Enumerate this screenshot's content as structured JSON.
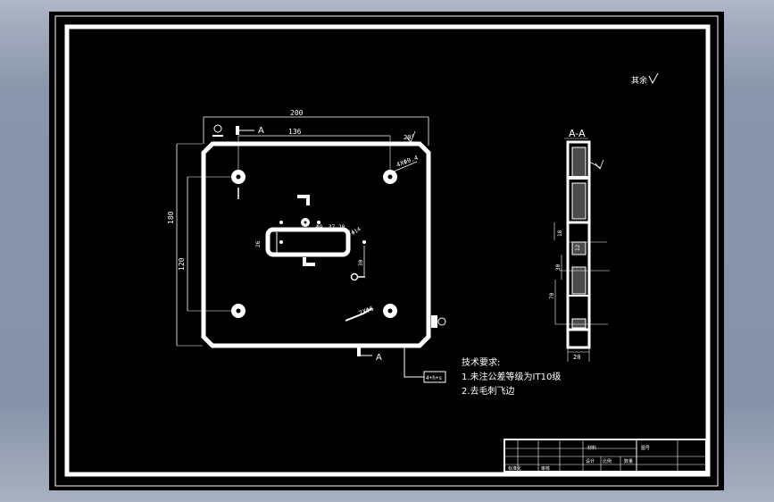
{
  "drawing": {
    "roughness_note": "其余",
    "plate": {
      "dim_overall_width": "200",
      "dim_hole_spacing_x": "136",
      "dim_overall_height": "180",
      "dim_hole_spacing_y": "120",
      "chamfer_label": "20°",
      "hole_callout_top": "4XΦ9.4",
      "hole_callout_bottom": "2XΦ6",
      "slot_dims": [
        "Φ9",
        "37",
        "20"
      ],
      "slot_callout": "Φ14",
      "slot_height": "26",
      "vertical_small_dim": "30",
      "section_marker_top": "A",
      "section_marker_bottom": "A"
    },
    "section": {
      "title": "A-A",
      "dims": [
        "18",
        "12",
        "30",
        "70",
        "20"
      ]
    },
    "notes": {
      "heading": "技术要求:",
      "items": [
        "1.未注公差等级为IT10级",
        "2.去毛刺飞边"
      ]
    },
    "frame_tag": "4+h+s",
    "title_block": {
      "cells": [
        "材料",
        "设计",
        "比例",
        "标准化",
        "审核",
        "数量",
        "图号"
      ]
    }
  }
}
